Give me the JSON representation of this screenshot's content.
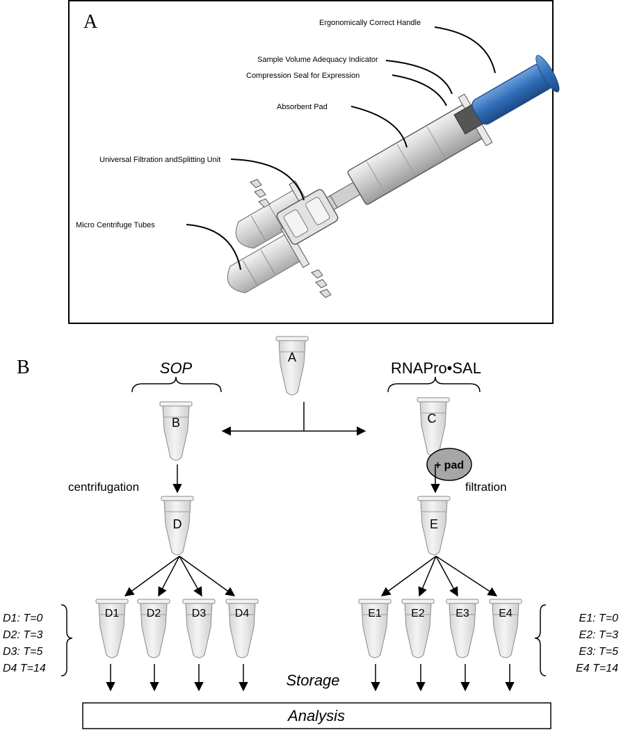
{
  "panel_a": {
    "label": "A",
    "callouts": {
      "handle": "Ergonomically Correct Handle",
      "indicator": "Sample Volume Adequacy Indicator",
      "seal": "Compression Seal for Expression",
      "pad": "Absorbent Pad",
      "filter_unit": "Universal Filtration andSplitting Unit",
      "tubes": "Micro Centrifuge Tubes"
    }
  },
  "panel_b": {
    "label": "B",
    "headers": {
      "left": "SOP",
      "right": "RNAPro•SAL"
    },
    "tubes": {
      "a": "A",
      "b": "B",
      "c": "C",
      "d": "D",
      "e": "E",
      "d1": "D1",
      "d2": "D2",
      "d3": "D3",
      "d4": "D4",
      "e1": "E1",
      "e2": "E2",
      "e3": "E3",
      "e4": "E4"
    },
    "pad_label": "+ pad",
    "steps": {
      "left": "centrifugation",
      "right": "filtration"
    },
    "legend_left": [
      "D1: T=0",
      "D2: T=3",
      "D3: T=5",
      "D4 T=14"
    ],
    "legend_right": [
      "E1: T=0",
      "E2: T=3",
      "E3: T=5",
      "E4 T=14"
    ],
    "storage": "Storage",
    "analysis": "Analysis"
  },
  "colors": {
    "handle_blue": "#2f6db8",
    "tube_fill": "#e8e8e8",
    "pad_fill": "#a6a6a6",
    "line": "#000000"
  }
}
